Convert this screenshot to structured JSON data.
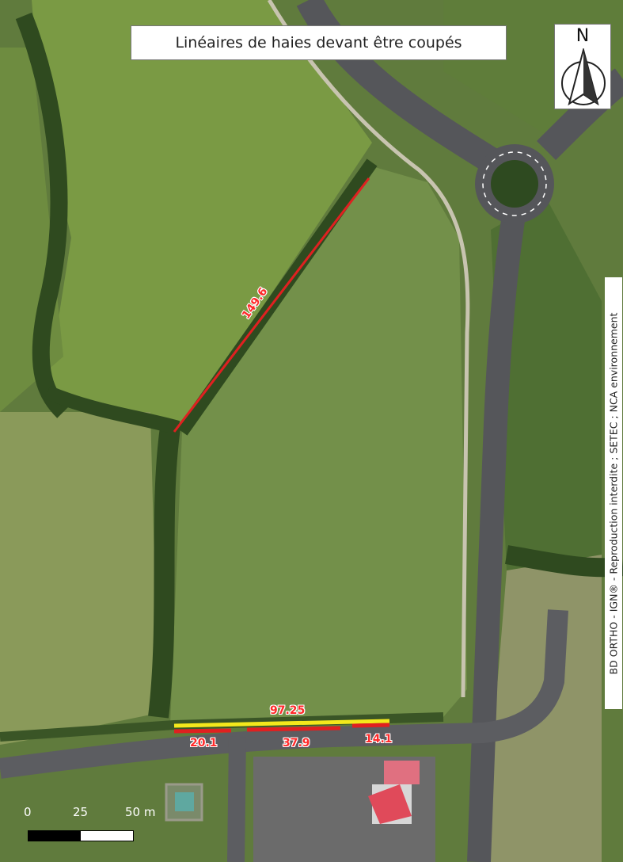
{
  "map": {
    "title": "Linéaires de haies devant être coupés",
    "north": "N",
    "credit": "BD ORTHO - IGN® - Reproduction interdite ; SETEC ; NCA environnement",
    "segments": [
      {
        "id": "seg-149",
        "label": "149.6",
        "color": "#e02020"
      },
      {
        "id": "seg-97",
        "label": "97.25",
        "color": "#f4e81c"
      },
      {
        "id": "seg-20",
        "label": "20.1",
        "color": "#e02020"
      },
      {
        "id": "seg-37",
        "label": "37.9",
        "color": "#e02020"
      },
      {
        "id": "seg-14",
        "label": "14.1",
        "color": "#e02020"
      }
    ],
    "scale": {
      "zero": "0",
      "mid": "25",
      "end": "50 m"
    }
  }
}
